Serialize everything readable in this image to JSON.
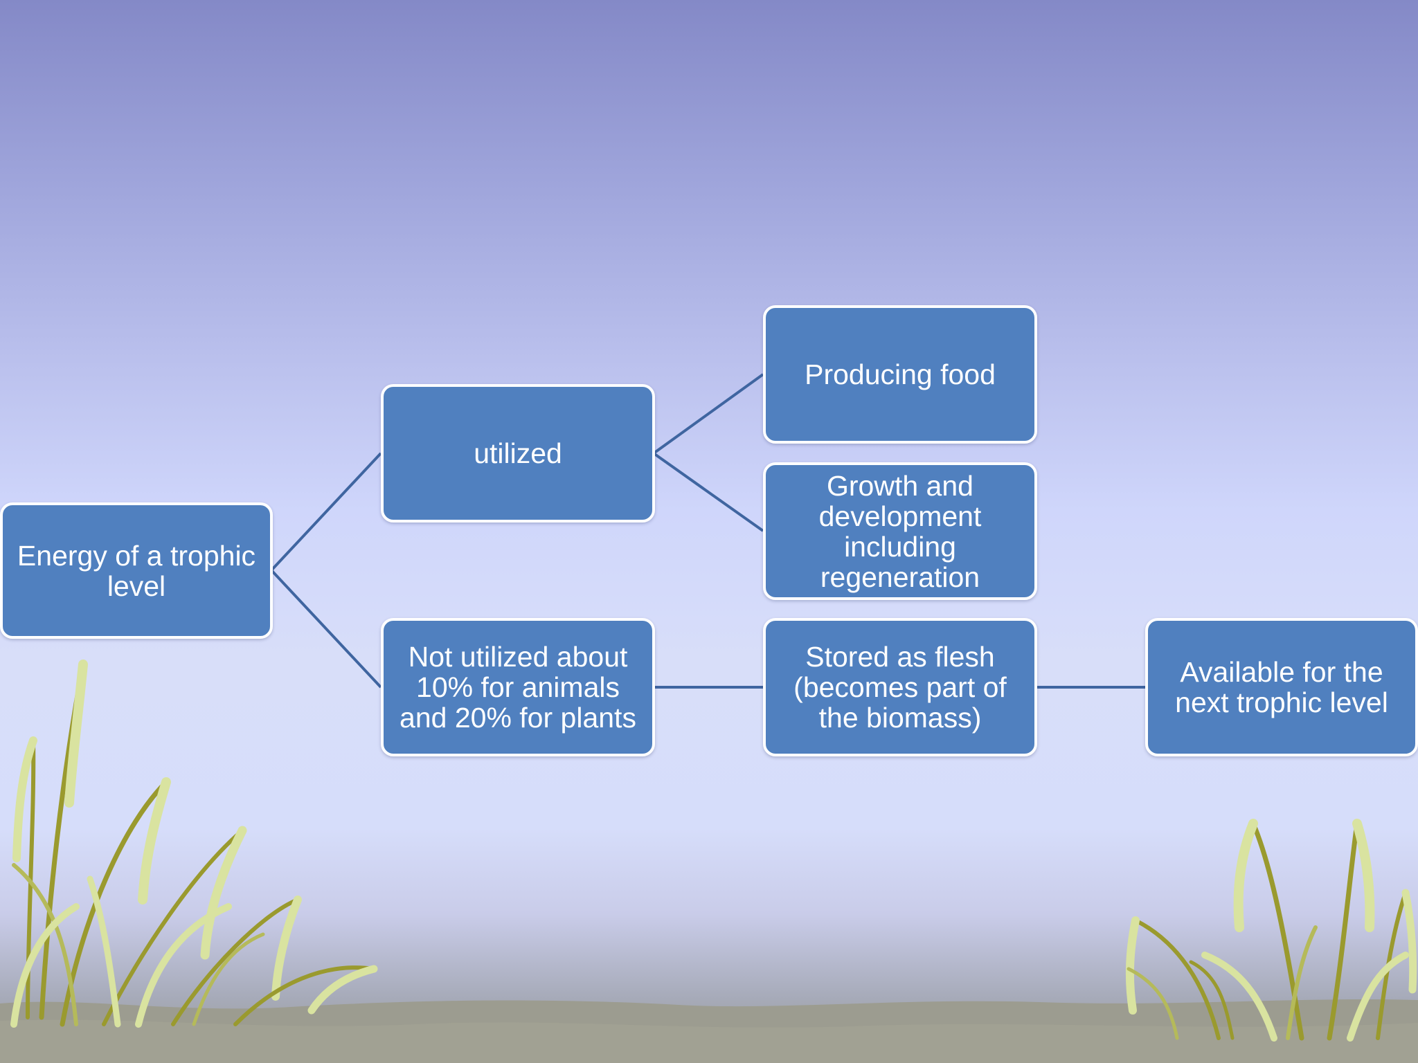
{
  "diagram": {
    "nodes": {
      "root": "Energy of a trophic level",
      "utilized": "utilized",
      "not_utilized": "Not utilized about 10% for animals and 20% for plants",
      "producing_food": "Producing food",
      "growth": "Growth and development including regeneration",
      "stored": "Stored as flesh (becomes part of the biomass)",
      "available": "Available for the next trophic level"
    },
    "edges": [
      [
        "root",
        "utilized"
      ],
      [
        "root",
        "not_utilized"
      ],
      [
        "utilized",
        "producing_food"
      ],
      [
        "utilized",
        "growth"
      ],
      [
        "not_utilized",
        "stored"
      ],
      [
        "stored",
        "available"
      ]
    ]
  },
  "colors": {
    "box_fill": "#5080bf",
    "box_border": "#ffffff",
    "connector": "#3f65a0",
    "grass_light": "#d9e3a0",
    "grass_dark": "#9a9a2e",
    "ground": "#9c9c90"
  }
}
